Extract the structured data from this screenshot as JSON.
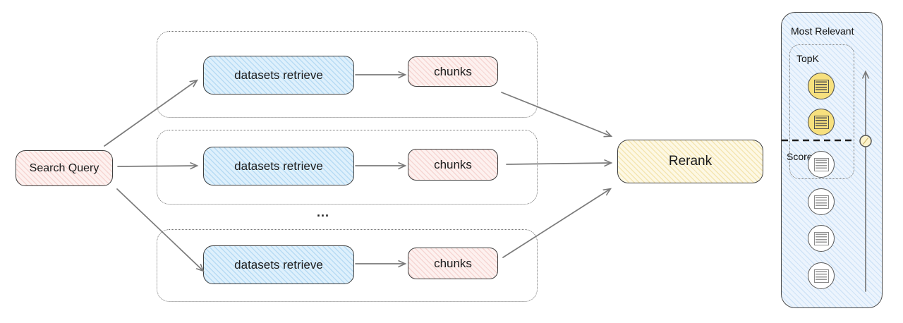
{
  "diagram": {
    "search_query_label": "Search Query",
    "rows": [
      {
        "retrieve_label": "datasets retrieve",
        "chunks_label": "chunks"
      },
      {
        "retrieve_label": "datasets retrieve",
        "chunks_label": "chunks"
      },
      {
        "retrieve_label": "datasets retrieve",
        "chunks_label": "chunks"
      }
    ],
    "ellipsis": "...",
    "rerank_label": "Rerank",
    "panel": {
      "title": "Most Relevant",
      "topk_label": "TopK",
      "score_label": "Score",
      "document_circles": [
        "yellow",
        "yellow",
        "white",
        "white",
        "white",
        "white"
      ]
    },
    "colors": {
      "pink_fill": "#fdf1ef",
      "pink_hatch": "#f6d6d3",
      "blue_fill": "#def0fc",
      "blue_hatch": "#b7dbf4",
      "yellow_fill": "#fdf8e4",
      "yellow_hatch": "#f4e5b2",
      "panel_fill": "#ecf4fd",
      "panel_hatch": "#cfe3f7",
      "doc_circle_yellow": "#f7e07e",
      "doc_circle_white": "#ffffff",
      "arrow_gray": "#7a7a7a",
      "dashed_line": "#1e1e1e"
    }
  }
}
